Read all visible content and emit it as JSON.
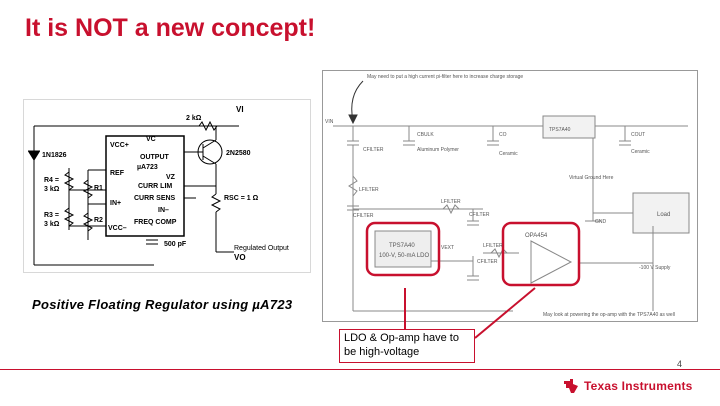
{
  "slide": {
    "title": "It is NOT a new concept!",
    "caption_left": "Positive Floating Regulator using µA723",
    "callout": "LDO & Op-amp have to be high-voltage",
    "page_number": "4",
    "brand_name": "Texas Instruments",
    "brand_color": "#c8102e"
  },
  "schematic_left": {
    "labels": {
      "diode": "1N1826",
      "r4": "R4 =",
      "r4_val": "3 kΩ",
      "r3": "R3 =",
      "r3_val": "3 kΩ",
      "r1": "R1",
      "r2": "R2",
      "vi": "VI",
      "r_top": "2 kΩ",
      "transistor": "2N2580",
      "vcc_plus": "VCC+",
      "vc": "VC",
      "output": "OUTPUT",
      "ua723": "µA723",
      "ref": "REF",
      "vz": "VZ",
      "curr_lim": "CURR LIM",
      "curr_sens": "CURR SENS",
      "in_plus": "IN+",
      "in_minus": "IN–",
      "freq_comp": "FREQ COMP",
      "vcc_minus": "VCC–",
      "rsc": "RSC = 1 Ω",
      "cap": "500 pF",
      "reg_out": "Regulated Output",
      "vo": "VO"
    }
  },
  "schematic_right": {
    "labels": {
      "note_top": "May need to put a high current pi-filter here to increase charge storage",
      "vin": "VIN",
      "c_filter1": "CFILTER",
      "c_bulk": "CBULK",
      "aluminum": "Aluminum Polymer",
      "co": "CO",
      "ceramic1": "Ceramic",
      "tps": "TPS7A40",
      "c_out": "COUT",
      "ceramic2": "Ceramic",
      "l_filter1": "LFILTER",
      "l_filter2": "LFILTER",
      "c_filter2": "CFILTER",
      "c_filter3": "CFILTER",
      "virtual_gnd": "Virtual Ground Here",
      "gnd": "GND",
      "load": "Load",
      "ldo_name": "TPS7A40",
      "ldo_desc": "100-V, 50-mA LDO",
      "v_ext": "VEXT",
      "l_filter3": "LFILTER",
      "c_filter4": "CFILTER",
      "opamp": "OPA454",
      "supply": "-100 V Supply",
      "note_bottom": "May look at powering the op-amp with the TPS7A40 as well"
    }
  }
}
